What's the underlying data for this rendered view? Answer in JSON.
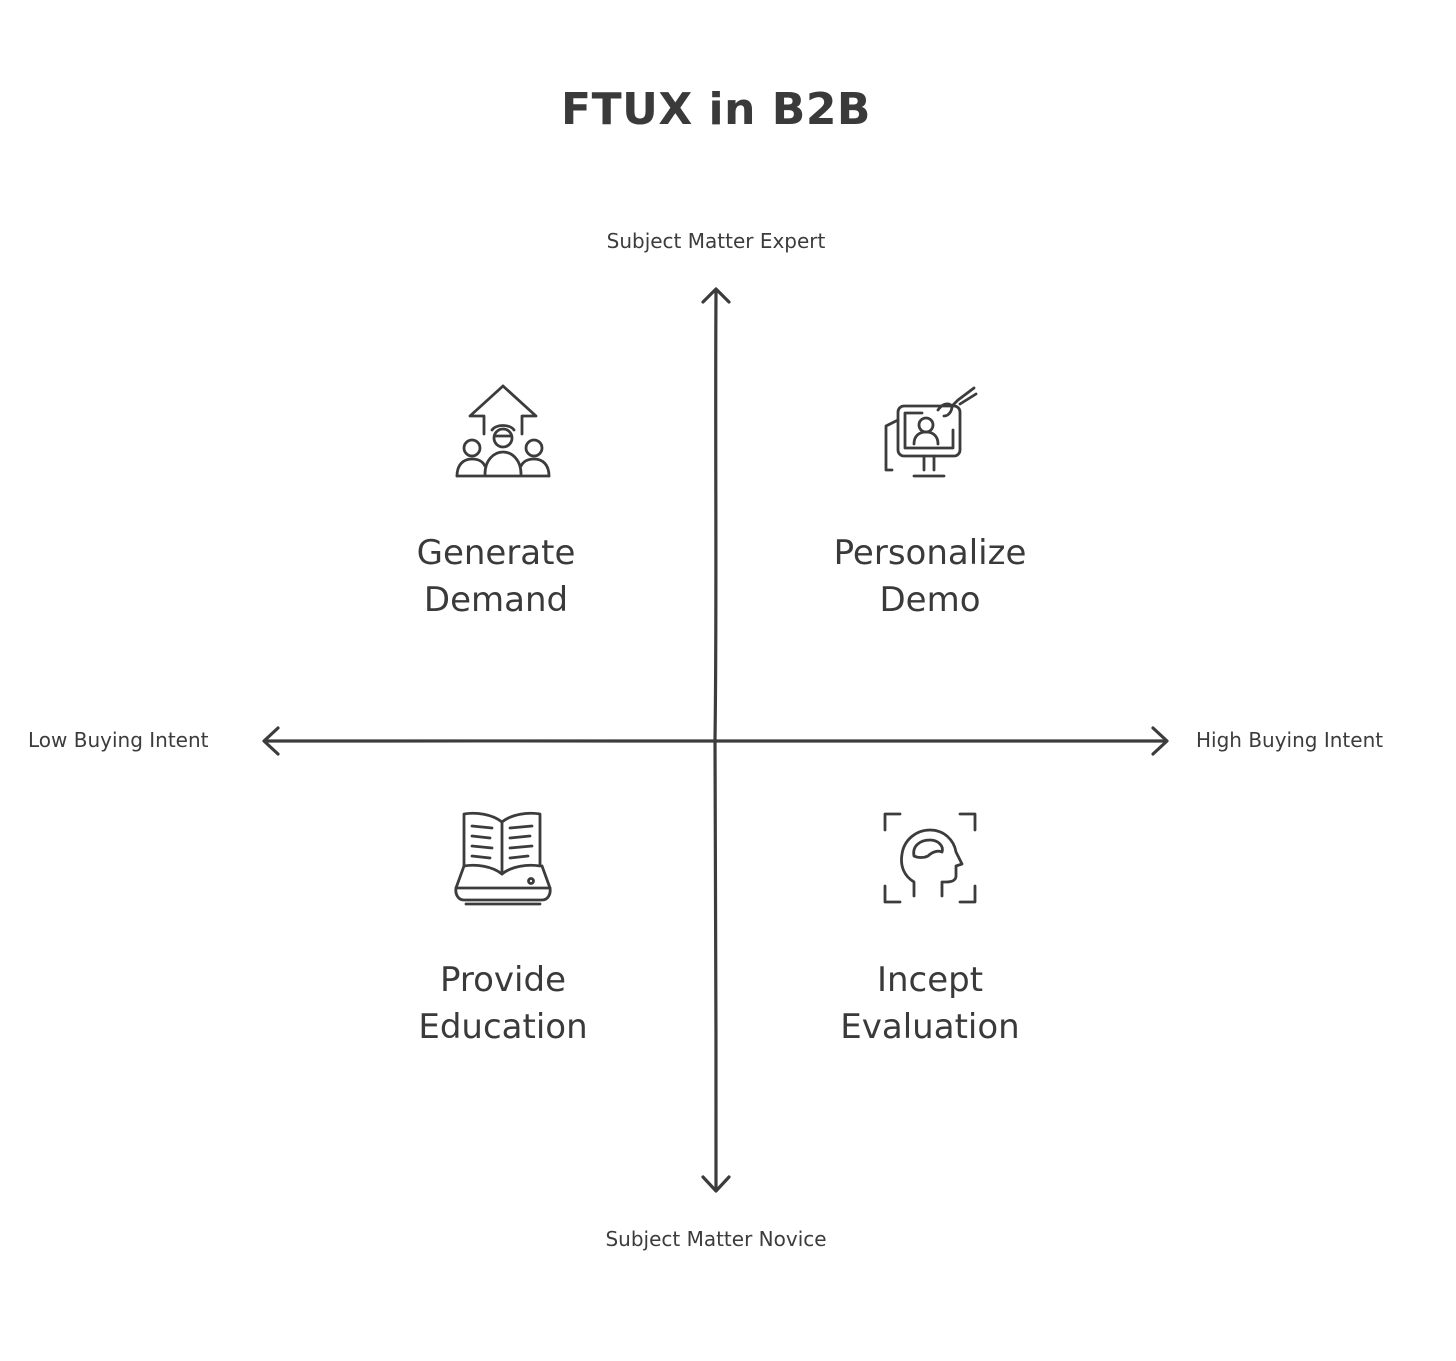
{
  "title": "FTUX in B2B",
  "axes": {
    "top": "Subject Matter Expert",
    "bottom": "Subject Matter Novice",
    "left": "Low Buying Intent",
    "right": "High Buying Intent"
  },
  "quadrants": {
    "top_left": {
      "line1": "Generate",
      "line2": "Demand",
      "icon": "team-growth-arrow-icon"
    },
    "top_right": {
      "line1": "Personalize",
      "line2": "Demo",
      "icon": "monitor-presenter-icon"
    },
    "bottom_left": {
      "line1": "Provide",
      "line2": "Education",
      "icon": "open-book-icon"
    },
    "bottom_right": {
      "line1": "Incept",
      "line2": "Evaluation",
      "icon": "head-scan-icon"
    }
  },
  "colors": {
    "ink": "#3c3c3c",
    "background": "#ffffff"
  }
}
